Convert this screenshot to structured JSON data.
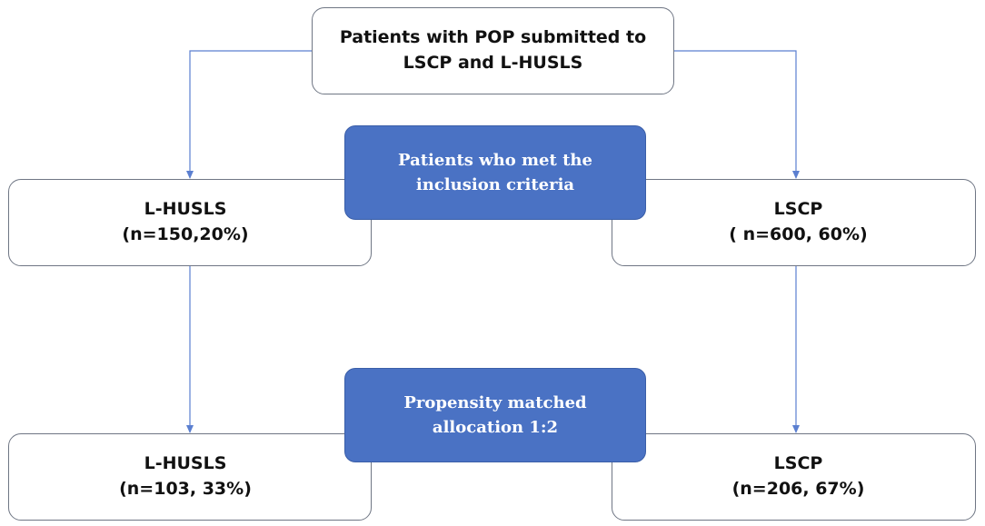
{
  "flowchart": {
    "top": {
      "line1": "Patients with POP submitted to",
      "line2": "LSCP and L-HUSLS"
    },
    "criteria": {
      "line1": "Patients who met the",
      "line2": "inclusion criteria"
    },
    "left_initial": {
      "name": "L-HUSLS",
      "count": "(n=150,20%)"
    },
    "right_initial": {
      "name": "LSCP",
      "count": "( n=600, 60%)"
    },
    "matching": {
      "line1": "Propensity matched",
      "line2": "allocation 1:2"
    },
    "left_final": {
      "name": "L-HUSLS",
      "count": "(n=103, 33%)"
    },
    "right_final": {
      "name": "LSCP",
      "count": "(n=206, 67%)"
    }
  },
  "colors": {
    "accent": "#4a72c4",
    "border": "#6f7684",
    "connector": "#5b7fd0"
  }
}
